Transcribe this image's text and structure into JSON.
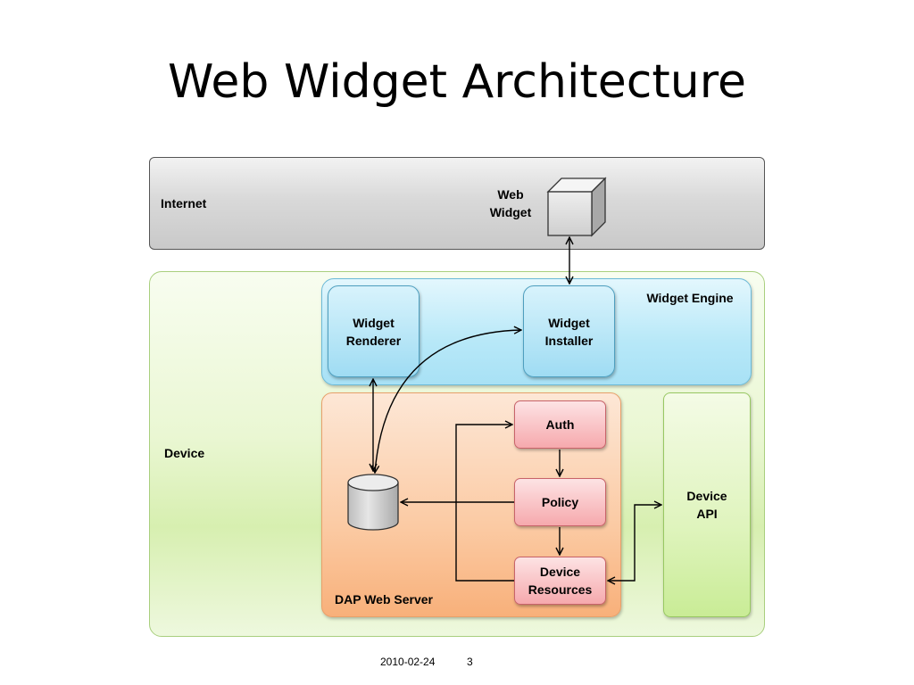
{
  "slide": {
    "title": "Web Widget Architecture",
    "footer_date": "2010-02-24",
    "page_number": "3"
  },
  "diagram": {
    "internet_label": "Internet",
    "web_widget_label": "Web\nWidget",
    "device_label": "Device",
    "widget_engine_label": "Widget Engine",
    "widget_renderer_label": "Widget\nRenderer",
    "widget_installer_label": "Widget\nInstaller",
    "dap_web_server_label": "DAP Web Server",
    "auth_label": "Auth",
    "policy_label": "Policy",
    "device_resources_label": "Device\nResources",
    "device_api_label": "Device\nAPI"
  },
  "colors": {
    "internet": "#d9d9d9",
    "device": "#eaf7d3",
    "widget_engine": "#b7e8f8",
    "dap_web_server": "#fbcaa3",
    "component_pink": "#f6a9ad",
    "device_api": "#dff4bd"
  }
}
